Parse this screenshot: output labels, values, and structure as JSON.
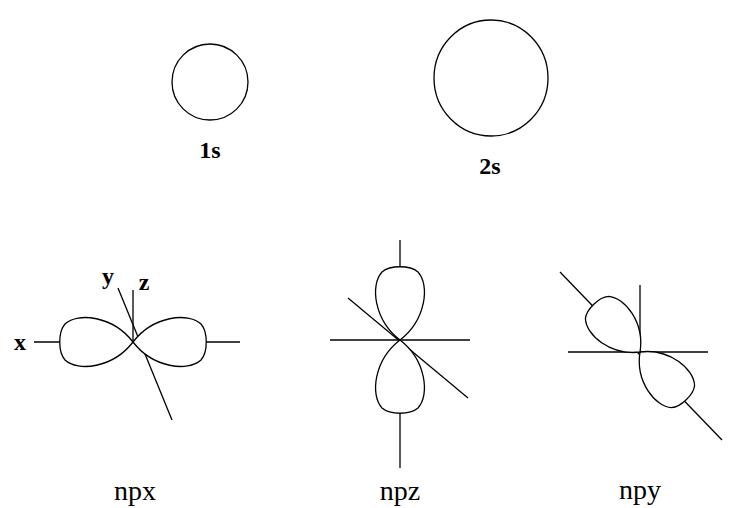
{
  "diagram": {
    "labels": [
      "1s",
      "2s",
      "x",
      "y",
      "z",
      "npx",
      "npz",
      "npy"
    ]
  }
}
